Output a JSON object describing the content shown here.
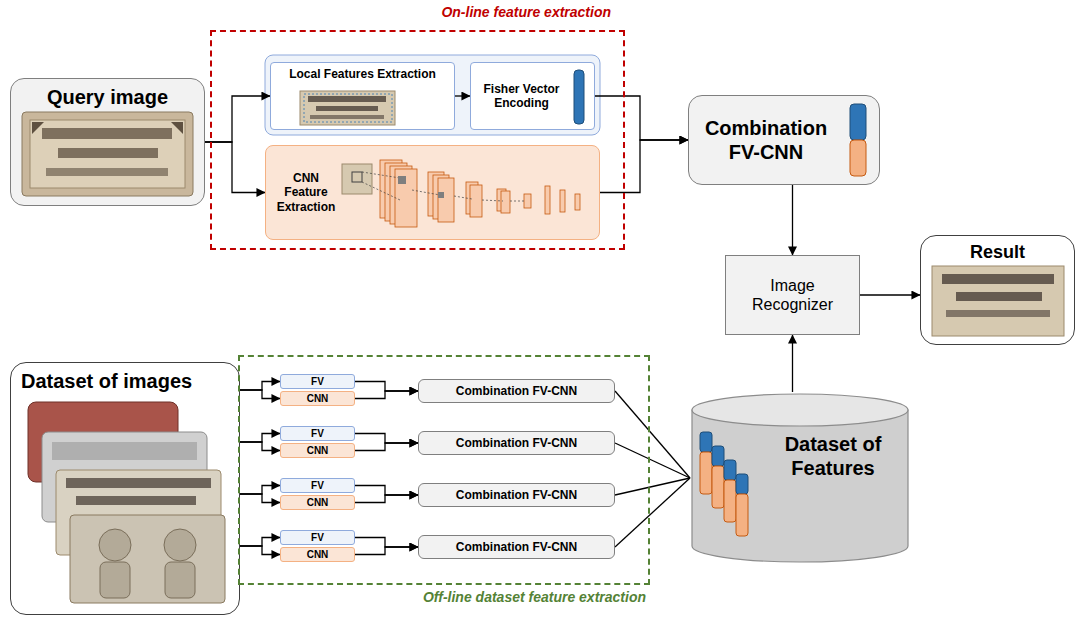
{
  "diagram": {
    "nodes": [
      {
        "text": [
          "Query image"
        ]
      },
      {
        "text": [
          "On-line feature extraction"
        ]
      },
      {
        "text": [
          "Local Features Extraction"
        ],
        "in": 1
      },
      {
        "text": [
          "Fisher Vector Encoding"
        ],
        "in": 1
      },
      {
        "text": [
          "CNN Feature Extraction"
        ],
        "in": 1
      },
      {
        "text": [
          "Combination FV-CNN"
        ]
      },
      {
        "text": [
          "Image Recognizer"
        ]
      },
      {
        "text": [
          "Result"
        ]
      },
      {
        "text": [
          "Dataset of images"
        ]
      },
      {
        "text": [
          "Off-line dataset feature extraction"
        ]
      },
      {
        "text": [
          "FV"
        ],
        "in": 9
      },
      {
        "text": [
          "CNN"
        ],
        "in": 9
      },
      {
        "text": [
          "Combination FV-CNN"
        ],
        "in": 9
      },
      {
        "text": [
          "FV"
        ],
        "in": 9
      },
      {
        "text": [
          "CNN"
        ],
        "in": 9
      },
      {
        "text": [
          "Combination FV-CNN"
        ],
        "in": 9
      },
      {
        "text": [
          "FV"
        ],
        "in": 9
      },
      {
        "text": [
          "CNN"
        ],
        "in": 9
      },
      {
        "text": [
          "Combination FV-CNN"
        ],
        "in": 9
      },
      {
        "text": [
          "FV"
        ],
        "in": 9
      },
      {
        "text": [
          "CNN"
        ],
        "in": 9
      },
      {
        "text": [
          "Combination FV-CNN"
        ],
        "in": 9
      },
      {
        "text": [
          "Dataset of Features"
        ]
      }
    ],
    "edges": [
      {
        "from": 0,
        "to": 2,
        "arrow": "to"
      },
      {
        "from": 0,
        "to": 4,
        "arrow": "to"
      },
      {
        "from": 2,
        "to": 3,
        "arrow": "to"
      },
      {
        "from": 3,
        "to": 5,
        "arrow": "to"
      },
      {
        "from": 4,
        "to": 5,
        "arrow": "to"
      },
      {
        "from": 5,
        "to": 6,
        "arrow": "to"
      },
      {
        "from": 22,
        "to": 6,
        "arrow": "to"
      },
      {
        "from": 6,
        "to": 7,
        "arrow": "to"
      },
      {
        "from": 8,
        "to": 10,
        "arrow": "to"
      },
      {
        "from": 8,
        "to": 11,
        "arrow": "to"
      },
      {
        "from": 10,
        "to": 12,
        "arrow": "to"
      },
      {
        "from": 11,
        "to": 12,
        "arrow": "to"
      },
      {
        "from": 12,
        "to": 22,
        "arrow": "none"
      },
      {
        "from": 8,
        "to": 13,
        "arrow": "to"
      },
      {
        "from": 8,
        "to": 14,
        "arrow": "to"
      },
      {
        "from": 13,
        "to": 15,
        "arrow": "to"
      },
      {
        "from": 14,
        "to": 15,
        "arrow": "to"
      },
      {
        "from": 15,
        "to": 22,
        "arrow": "none"
      },
      {
        "from": 8,
        "to": 16,
        "arrow": "to"
      },
      {
        "from": 8,
        "to": 17,
        "arrow": "to"
      },
      {
        "from": 16,
        "to": 18,
        "arrow": "to"
      },
      {
        "from": 17,
        "to": 18,
        "arrow": "to"
      },
      {
        "from": 18,
        "to": 22,
        "arrow": "none"
      },
      {
        "from": 8,
        "to": 19,
        "arrow": "to"
      },
      {
        "from": 8,
        "to": 20,
        "arrow": "to"
      },
      {
        "from": 19,
        "to": 21,
        "arrow": "to"
      },
      {
        "from": 20,
        "to": 21,
        "arrow": "to"
      },
      {
        "from": 21,
        "to": 22,
        "arrow": "none"
      }
    ]
  }
}
